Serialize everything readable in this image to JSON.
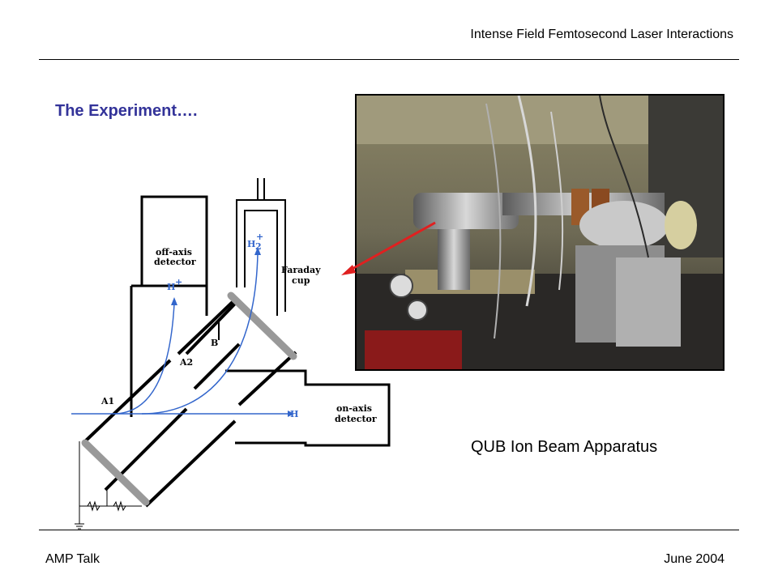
{
  "header": {
    "title": "Intense Field Femtosecond Laser Interactions"
  },
  "slide": {
    "title": "The Experiment…."
  },
  "diagram": {
    "off_axis_line1": "off-axis",
    "off_axis_line2": "detector",
    "faraday_line1": "Faraday",
    "faraday_line2": "cup",
    "on_axis_line1": "on-axis",
    "on_axis_line2": "detector",
    "h_plus": "H",
    "h_plus_sup": "+",
    "h2_plus": "H",
    "h2_sub": "2",
    "h2_sup": "+",
    "h_neutral": "H",
    "a1": "A1",
    "a2": "A2",
    "b": "B",
    "beam_color": "#3366cc"
  },
  "photo": {
    "caption": "QUB Ion Beam Apparatus",
    "arrow_color": "#e02020"
  },
  "footer": {
    "left": "AMP Talk",
    "right": "June 2004"
  }
}
